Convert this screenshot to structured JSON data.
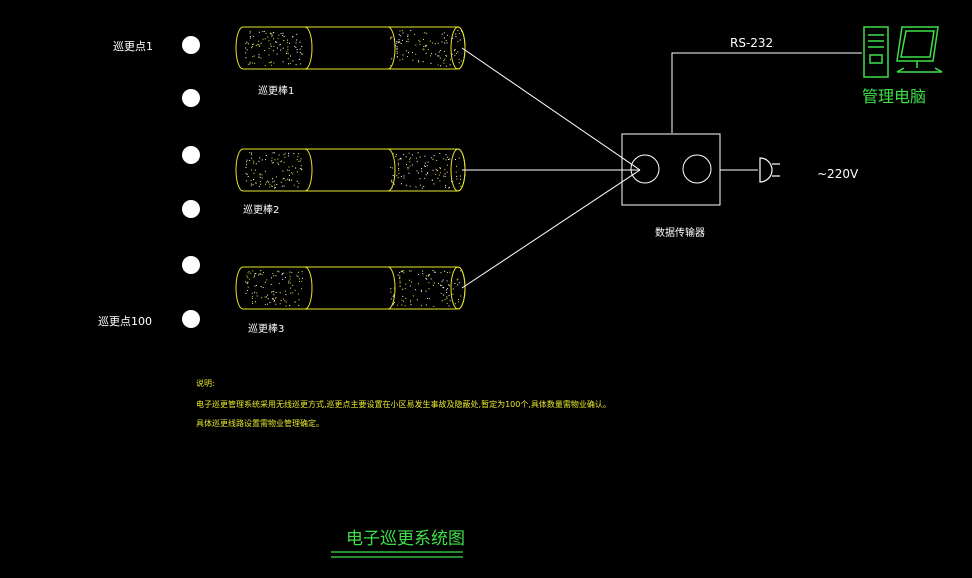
{
  "diagram": {
    "title": "电子巡更系统图",
    "points": {
      "first": "巡更点1",
      "last": "巡更点100"
    },
    "sticks": [
      "巡更棒1",
      "巡更棒2",
      "巡更棒3"
    ],
    "transmitter": "数据传输器",
    "link": "RS-232",
    "computer": "管理电脑",
    "power": "~220V",
    "notes": {
      "heading": "说明:",
      "line1": "电子巡更管理系统采用无线巡更方式,巡更点主要设置在小区易发生事故及隐蔽处,暂定为100个,具体数量需物业确认。",
      "line2": "具体巡更线路设置需物业管理确定。"
    },
    "colors": {
      "background": "#000000",
      "line": "#ffffff",
      "stick": "#e8e62e",
      "computer": "#3ee048"
    }
  }
}
